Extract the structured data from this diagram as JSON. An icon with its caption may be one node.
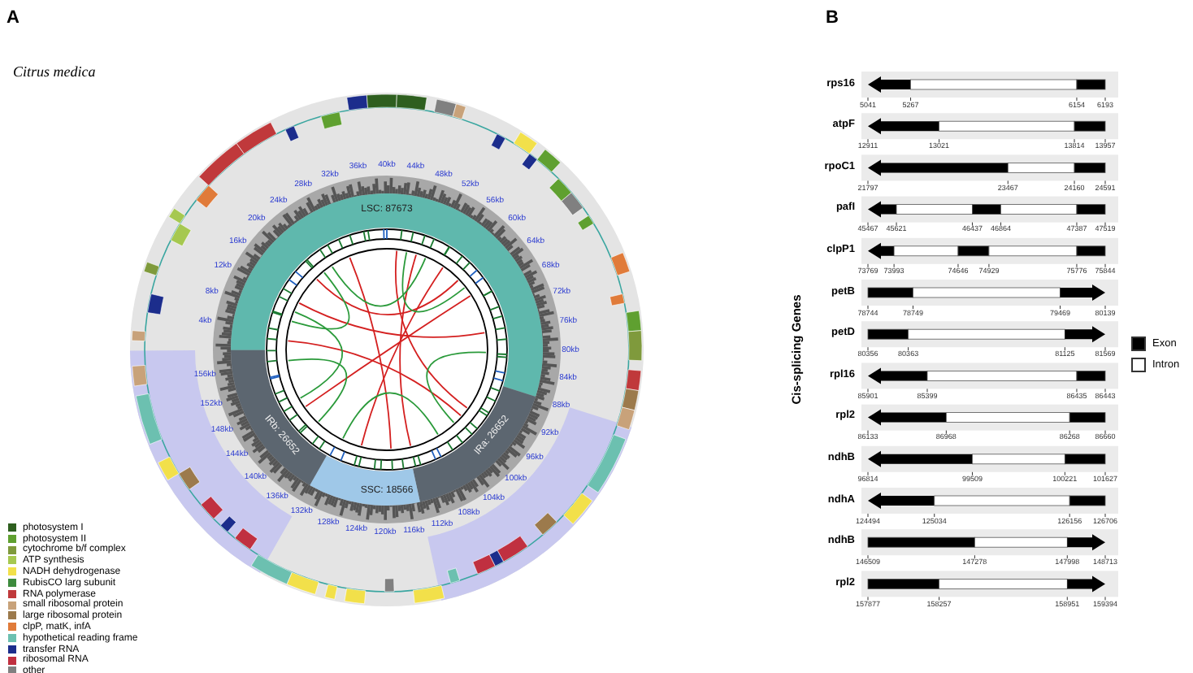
{
  "diagram": {
    "labels": [
      "A",
      "Citrus medica",
      "LSC: 87673",
      "IRb: 26652",
      "IRa: 26652",
      "SSC: 18566",
      "4kb",
      "8kb",
      "12kb",
      "16kb",
      "20kb",
      "24kb",
      "28kb",
      "32kb",
      "36kb",
      "40kb",
      "44kb",
      "48kb",
      "52kb",
      "56kb",
      "60kb",
      "64kb",
      "68kb",
      "72kb",
      "76kb",
      "80kb",
      "84kb",
      "88kb",
      "92kb",
      "96kb",
      "100kb",
      "104kb",
      "108kb",
      "128kb",
      "124kb",
      "120kb",
      "116kb",
      "112kb",
      "132kb",
      "136kb",
      "140kb",
      "144kb",
      "148kb",
      "152kb",
      "156kb",
      "B",
      "rps16",
      "5041",
      "5267",
      "6154",
      "6193",
      "atpF",
      "12911",
      "13021",
      "13814",
      "13957",
      "rpoC1",
      "21797",
      "23467",
      "24160",
      "24591",
      "pafI",
      "45467",
      "45621",
      "46437",
      "46864",
      "47387",
      "47519",
      "clpP1",
      "73769",
      "73993",
      "74646",
      "74929",
      "75776",
      "75844",
      "petB",
      "78744",
      "78749",
      "79469",
      "80139",
      "petD",
      "80356",
      "80363",
      "81125",
      "81569",
      "rpl16",
      "85901",
      "85399",
      "86435",
      "86443",
      "rpl2",
      "86133",
      "86968",
      "86268",
      "86660",
      "ndhB",
      "96814",
      "99509",
      "100221",
      "101627",
      "ndhA",
      "124494",
      "125034",
      "126156",
      "126706",
      "ndhB",
      "146509",
      "147278",
      "147998",
      "148713",
      "rpl2",
      "157877",
      "158257",
      "158951",
      "159394",
      "Cis-splicing Genes"
    ],
    "legend": [
      {
        "text": "photosystem I",
        "color": "#2e5f1f"
      },
      {
        "text": "photosystem II",
        "color": "#5fa030"
      },
      {
        "text": "cytochrome b/f complex",
        "color": "#7f9a3c"
      },
      {
        "text": "ATP synthesis",
        "color": "#a6c850"
      },
      {
        "text": "NADH dehydrogenase",
        "color": "#f2e04a"
      },
      {
        "text": "RubisCO larg subunit",
        "color": "#3d8b3d"
      },
      {
        "text": "RNA polymerase",
        "color": "#c0393b"
      },
      {
        "text": "small ribosomal protein",
        "color": "#c8a27a"
      },
      {
        "text": "large ribosomal protein",
        "color": "#9c7a4c"
      },
      {
        "text": "clpP, matK, infA",
        "color": "#e07b3a"
      },
      {
        "text": "hypothetical reading frame",
        "color": "#6cc0b0"
      },
      {
        "text": "transfer RNA",
        "color": "#1c2d8c"
      },
      {
        "text": "ribosomal RNA",
        "color": "#c03040"
      },
      {
        "text": "other",
        "color": "#808080"
      },
      {
        "text": "Exon",
        "color": "#000000"
      },
      {
        "text": "Intron",
        "color": "#ffffff"
      }
    ]
  }
}
